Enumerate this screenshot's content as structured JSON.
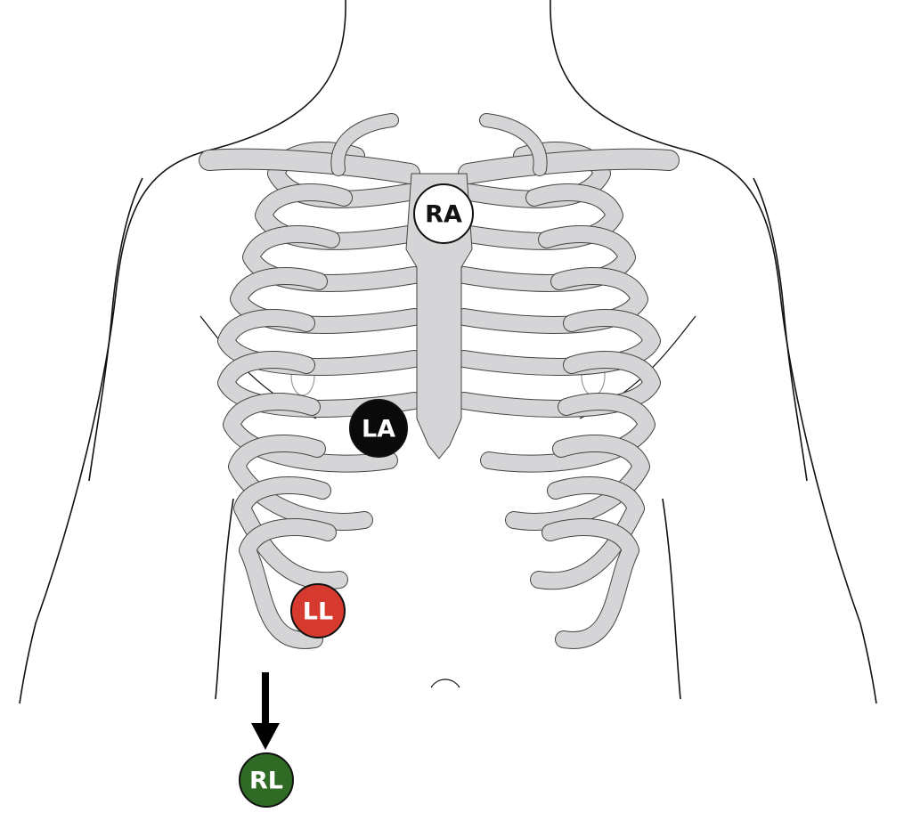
{
  "electrodes": [
    {
      "label": "RA",
      "fill": "#ffffff",
      "text_color": "#111111"
    },
    {
      "label": "LA",
      "fill": "#0a0a0a",
      "text_color": "#ffffff"
    },
    {
      "label": "LL",
      "fill": "#d63a2e",
      "text_color": "#ffffff"
    },
    {
      "label": "RL",
      "fill": "#2f6b25",
      "text_color": "#ffffff"
    }
  ],
  "colors": {
    "bone": "#d5d5d7",
    "bone_outline": "#444444",
    "body_outline": "#111111"
  }
}
